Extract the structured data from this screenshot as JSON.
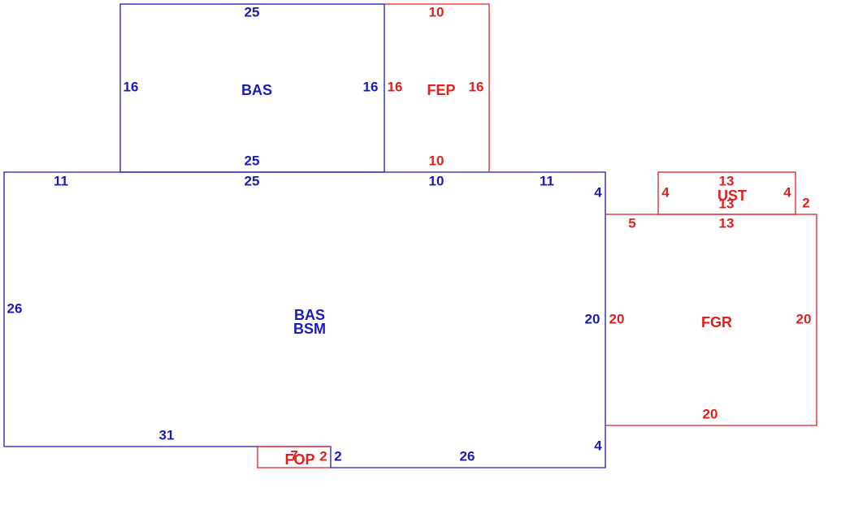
{
  "colors": {
    "main": "#1a1aba",
    "addition": "#e01f1f",
    "background": "#ffffff"
  },
  "areas": {
    "bas_top": {
      "label": "BAS",
      "dims": {
        "top": "25",
        "bottom": "25",
        "left": "16",
        "right": "16"
      }
    },
    "fep": {
      "label": "FEP",
      "dims": {
        "top": "10",
        "bottom": "10",
        "left": "16",
        "right": "16"
      }
    },
    "bas_bsm": {
      "label_1": "BAS",
      "label_2": "BSM",
      "dims": {
        "top_left": "11",
        "top_mid": "25",
        "top_mid2": "10",
        "top_right": "11",
        "left": "26",
        "right_upper": "4",
        "right": "20",
        "right_lower": "4",
        "bottom_left": "31",
        "bottom_step": "2",
        "bottom_right": "26"
      }
    },
    "ust": {
      "label": "UST",
      "dims": {
        "top": "13",
        "bottom": "13",
        "left": "4",
        "right": "4",
        "right_outer": "2",
        "base": "13"
      }
    },
    "fgr": {
      "label": "FGR",
      "dims": {
        "top_left": "5",
        "left": "20",
        "right": "20",
        "bottom": "20"
      }
    },
    "fop": {
      "label": "FOP",
      "dims": {
        "top": "7",
        "right": "2"
      }
    }
  }
}
